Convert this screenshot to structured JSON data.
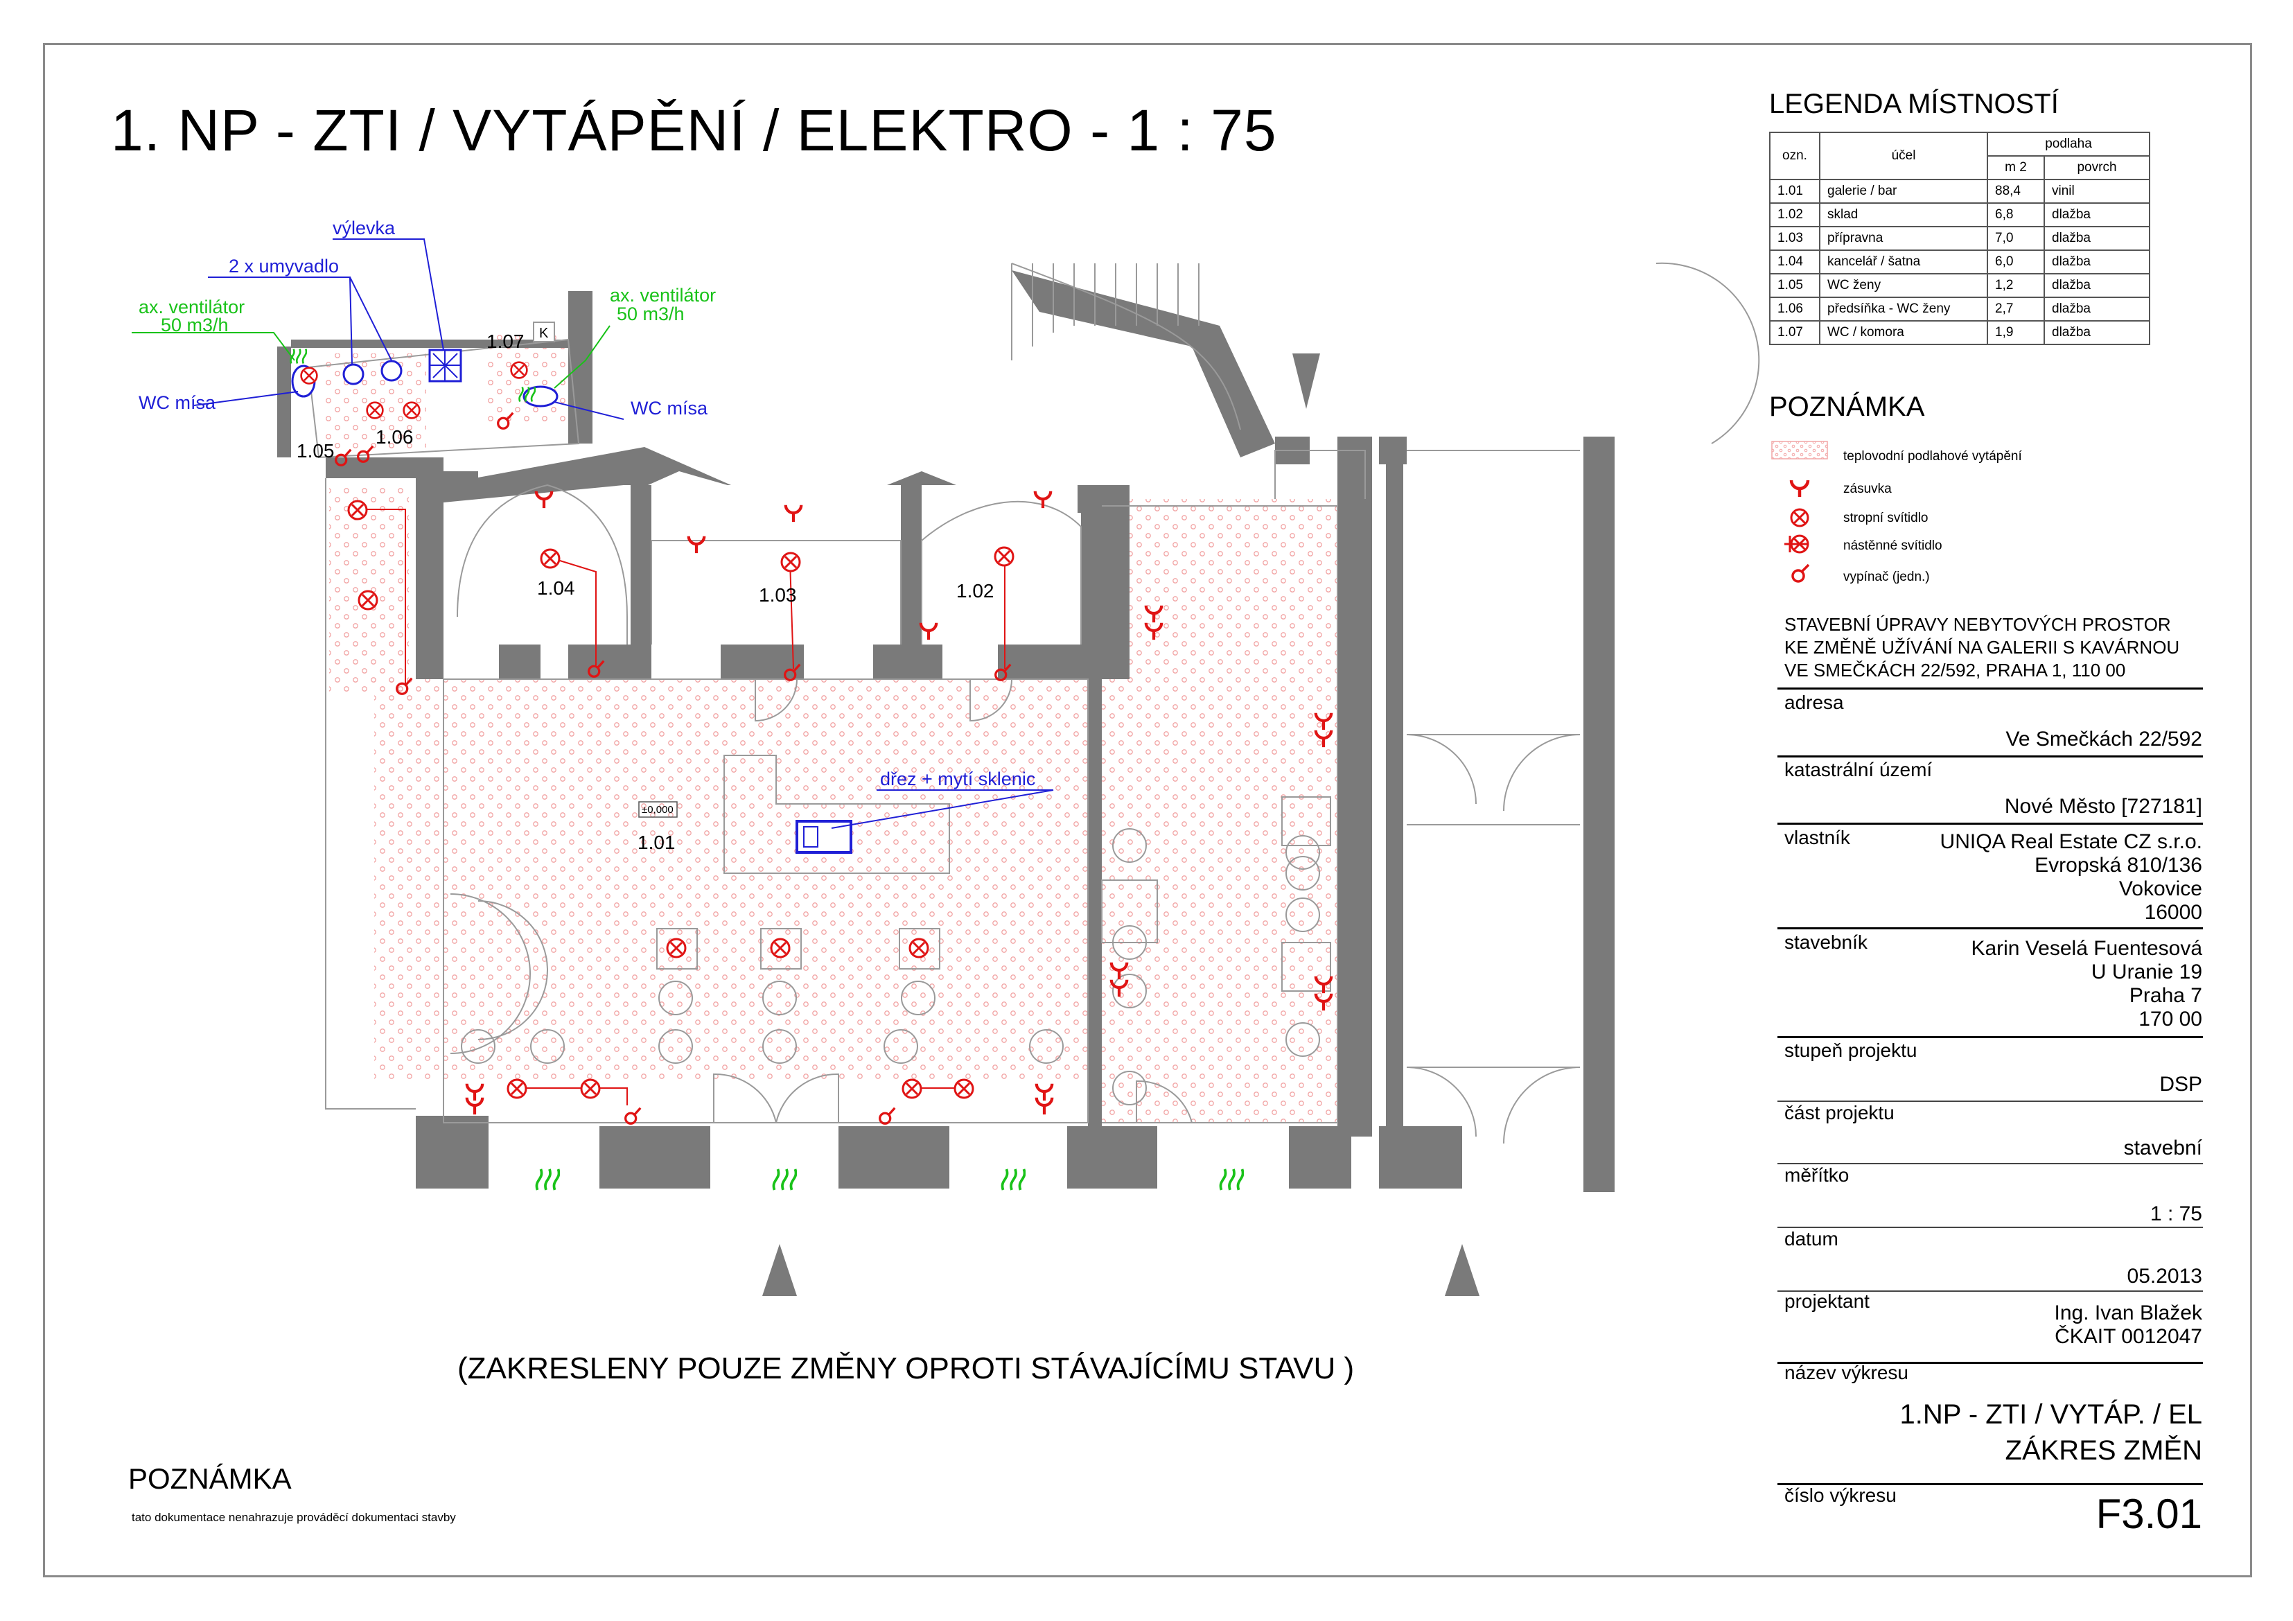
{
  "drawing": {
    "title": "1. NP -  ZTI / VYTÁPĚNÍ  / ELEKTRO - 1 : 75",
    "bottom_note": "(ZAKRESLENY POUZE ZMĚNY OPROTI STÁVAJÍCÍMU STAVU )",
    "note_heading": "POZNÁMKA",
    "note_text": "tato dokumentace nenahrazuje prováděcí dokumentaci stavby"
  },
  "plan": {
    "rooms": [
      "1.01",
      "1.02",
      "1.03",
      "1.04",
      "1.05",
      "1.06",
      "1.07"
    ],
    "level_mark": "±0,000",
    "k_mark": "K",
    "annotations": {
      "vylevka": "výlevka",
      "umyvadlo": "2 x umyvadlo",
      "vent_left_1": "ax. ventilátor",
      "vent_left_2": "50 m3/h",
      "vent_right_1": "ax. ventilátor",
      "vent_right_2": "50 m3/h",
      "wc_left": "WC mísa",
      "wc_right": "WC mísa",
      "drez": "dřez + mytí sklenic"
    },
    "colors": {
      "annotation_blue": "#1f1fd6",
      "annotation_green": "#19c219",
      "electro_red": "#e01414",
      "wall_grey": "#7a7a7a",
      "heating_hatch": "#f6b7b7"
    }
  },
  "legend": {
    "heading": "LEGENDA MÍSTNOSTÍ",
    "columns": {
      "ozn": "ozn.",
      "ucel": "účel",
      "podlaha": "podlaha",
      "m2": "m 2",
      "povrch": "povrch"
    },
    "rows": [
      {
        "ozn": "1.01",
        "ucel": "galerie / bar",
        "m2": "88,4",
        "povrch": "vinil"
      },
      {
        "ozn": "1.02",
        "ucel": "sklad",
        "m2": "6,8",
        "povrch": "dlažba"
      },
      {
        "ozn": "1.03",
        "ucel": "přípravna",
        "m2": "7,0",
        "povrch": "dlažba"
      },
      {
        "ozn": "1.04",
        "ucel": "kancelář / šatna",
        "m2": "6,0",
        "povrch": "dlažba"
      },
      {
        "ozn": "1.05",
        "ucel": "WC ženy",
        "m2": "1,2",
        "povrch": "dlažba"
      },
      {
        "ozn": "1.06",
        "ucel": "předsíňka - WC ženy",
        "m2": "2,7",
        "povrch": "dlažba"
      },
      {
        "ozn": "1.07",
        "ucel": "WC / komora",
        "m2": "1,9",
        "povrch": "dlažba"
      }
    ]
  },
  "poznamka": {
    "heading": "POZNÁMKA",
    "items": [
      {
        "icon": "heating-hatch-icon",
        "label": "teplovodní podlahové vytápění"
      },
      {
        "icon": "socket-icon",
        "label": "zásuvka"
      },
      {
        "icon": "ceiling-light-icon",
        "label": "stropní svítidlo"
      },
      {
        "icon": "wall-light-icon",
        "label": "nástěnné svítidlo"
      },
      {
        "icon": "switch-icon",
        "label": "vypínač  (jedn.)"
      }
    ]
  },
  "titleblock": {
    "project_lines": [
      "STAVEBNÍ ÚPRAVY NEBYTOVÝCH PROSTOR",
      "KE ZMĚNĚ UŽÍVÁNÍ NA GALERII S KAVÁRNOU",
      "VE SMEČKÁCH 22/592, PRAHA 1, 110 00"
    ],
    "adresa_label": "adresa",
    "adresa": "Ve Smečkách 22/592",
    "katastr_label": "katastrální území",
    "katastr": "Nové Město [727181]",
    "vlastnik_label": "vlastník",
    "vlastnik": [
      "UNIQA Real Estate CZ s.r.o.",
      "Evropská 810/136",
      "Vokovice",
      "16000"
    ],
    "stavebnik_label": "stavebník",
    "stavebnik": [
      "Karin Veselá Fuentesová",
      "U Uranie 19",
      "Praha 7",
      "170 00"
    ],
    "stupen_label": "stupeň projektu",
    "stupen": "DSP",
    "cast_label": "část projektu",
    "cast": "stavební",
    "meritko_label": "měřítko",
    "meritko": "1 : 75",
    "datum_label": "datum",
    "datum": "05.2013",
    "projektant_label": "projektant",
    "projektant": [
      "Ing. Ivan Blažek",
      "ČKAIT 0012047"
    ],
    "nazev_label": "název výkresu",
    "nazev": [
      "1.NP - ZTI / VYTÁP. / EL",
      "ZÁKRES ZMĚN"
    ],
    "cislo_label": "číslo výkresu",
    "cislo": "F3.01"
  }
}
